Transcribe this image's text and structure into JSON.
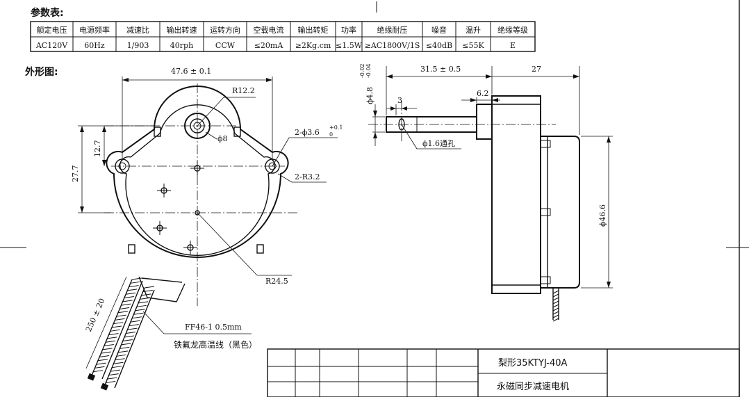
{
  "params": {
    "heading": "参数表:",
    "headers": [
      "额定电压",
      "电源频率",
      "减速比",
      "输出转速",
      "运转方向",
      "空载电流",
      "输出转矩",
      "功率",
      "绝缘耐压",
      "噪音",
      "温升",
      "绝缘等级"
    ],
    "values": [
      "AC120V",
      "60Hz",
      "1/903",
      "40rph",
      "CCW",
      "≤20mA",
      "≥2Kg.cm",
      "≤1.5W",
      "≥AC1800V/1S",
      "≤40dB",
      "≤55K",
      "E"
    ]
  },
  "outline": {
    "heading": "外形图:"
  },
  "front_view": {
    "dim_width": "47.6 ± 0.1",
    "dim_r_top": "R12.2",
    "dim_shaft": "ϕ8",
    "dim_holes": "2-ϕ3.6",
    "dim_holes_tol": "+0.1",
    "dim_holes_tol_low": "0",
    "dim_r_ear": "2-R3.2",
    "dim_h_small": "12.7",
    "dim_h_large": "27.7",
    "dim_r_body": "R24.5",
    "dim_lead": "250 ± 20",
    "wire_spec": "FF46-1 0.5mm",
    "wire_desc": "铁氟龙高温线（黑色）"
  },
  "side_view": {
    "dim_shaft_len": "31.5 ± 0.5",
    "dim_body_depth": "27",
    "dim_shaft_dia": "ϕ4.8",
    "dim_shaft_dia_tol": "-0.02",
    "dim_shaft_dia_tol_low": "-0.04",
    "dim_hole_pos": "3",
    "dim_collar": "6.2",
    "dim_through_hole": "ϕ1.6通孔",
    "dim_body_dia": "ϕ46.6"
  },
  "title_block": {
    "model": "梨形35KTYJ-40A",
    "name": "永磁同步减速电机"
  }
}
